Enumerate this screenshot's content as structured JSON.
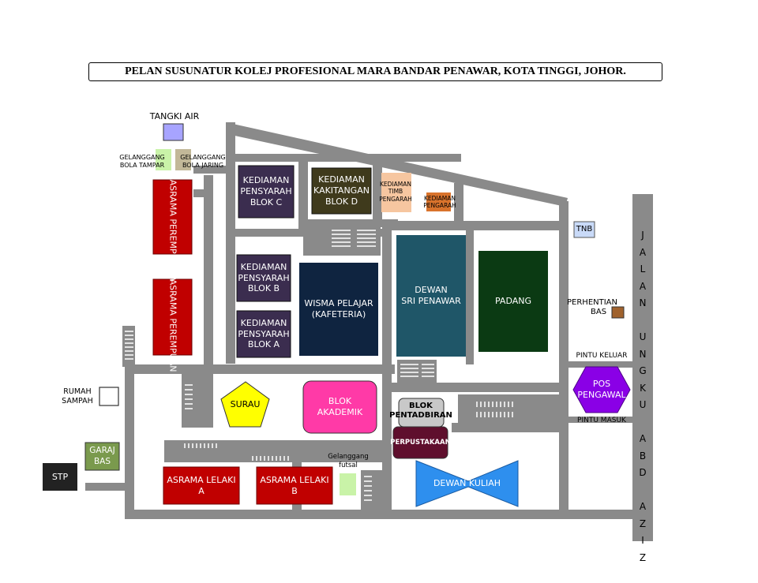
{
  "title": "PELAN SUSUNATUR KOLEJ PROFESIONAL MARA BANDAR PENAWAR, KOTA TINGGI, JOHOR.",
  "colors": {
    "road": "#8a8a8a",
    "crossing": "#ffffff",
    "maroon": "#c00000",
    "purple_dark": "#3b2d4f",
    "olive_dark": "#3f3a1c",
    "peach": "#f6c6a0",
    "orange": "#d9732c",
    "navy": "#0f2440",
    "teal": "#1f5668",
    "dark_green": "#0b3a13",
    "blue_light": "#a7a4ff",
    "green_light": "#c9f3a8",
    "khaki": "#c2b898",
    "yellow": "#ffff00",
    "pink": "#ff3aa7",
    "grey_light": "#c8c8c8",
    "wine": "#5f0f2d",
    "blue": "#2e8fee",
    "violet": "#8a00e6",
    "olive_green": "#7a9a4d",
    "black": "#222222",
    "tnb_blue": "#c9daf8",
    "brown": "#a0622d"
  },
  "labels": {
    "tangki_air": "TANGKI AIR",
    "bola_tampar_1": "GELANGGANG",
    "bola_tampar_2": "BOLA TAMPAR",
    "bola_jaring_1": "GELANGGANG",
    "bola_jaring_2": "BOLA JARING",
    "asrama_perempuan_a": "ASRAMA PEREMPUAN A",
    "asrama_perempuan_b": "ASRAMA PEREMPUAN B",
    "kediaman_c_1": "KEDIAMAN",
    "kediaman_c_2": "PENSYARAH",
    "kediaman_c_3": "BLOK C",
    "kediaman_d_1": "KEDIAMAN",
    "kediaman_d_2": "KAKITANGAN",
    "kediaman_d_3": "BLOK D",
    "timb_pengarah_1": "KEDIAMAN",
    "timb_pengarah_2": "TIMB",
    "timb_pengarah_3": "PENGARAH",
    "pengarah_1": "KEDIAMAN",
    "pengarah_2": "PENGARAH",
    "tnb": "TNB",
    "kediaman_b_1": "KEDIAMAN",
    "kediaman_b_2": "PENSYARAH",
    "kediaman_b_3": "BLOK  B",
    "kediaman_a_1": "KEDIAMAN",
    "kediaman_a_2": "PENSYARAH",
    "kediaman_a_3": "BLOK  A",
    "wisma_1": "WISMA PELAJAR",
    "wisma_2": "(KAFETERIA)",
    "dewan_sri_1": "DEWAN",
    "dewan_sri_2": "SRI PENAWAR",
    "padang": "PADANG",
    "perhentian_1": "PERHENTIAN",
    "perhentian_2": "BAS",
    "pintu_keluar": "PINTU KELUAR",
    "pintu_masuk": "PINTU MASUK",
    "pos_1": "POS",
    "pos_2": "PENGAWAL",
    "rumah_sampah_1": "RUMAH",
    "rumah_sampah_2": "SAMPAH",
    "surau": "SURAU",
    "blok_akademik_1": "BLOK",
    "blok_akademik_2": "AKADEMIK",
    "blok_pentadbiran_1": "BLOK",
    "blok_pentadbiran_2": "PENTADBIRAN",
    "perpustakaan": "PERPUSTAKAAN",
    "garaj_1": "GARAJ",
    "garaj_2": "BAS",
    "stp": "STP",
    "asrama_lelaki_a_1": "ASRAMA LELAKI",
    "asrama_lelaki_a_2": "A",
    "asrama_lelaki_b_1": "ASRAMA LELAKI",
    "asrama_lelaki_b_2": "B",
    "futsal_1": "Gelanggang",
    "futsal_2": "futsal",
    "dewan_kuliah": "DEWAN KULIAH",
    "jalan_road": "JALAN UNGKU ABD AZIZ"
  }
}
